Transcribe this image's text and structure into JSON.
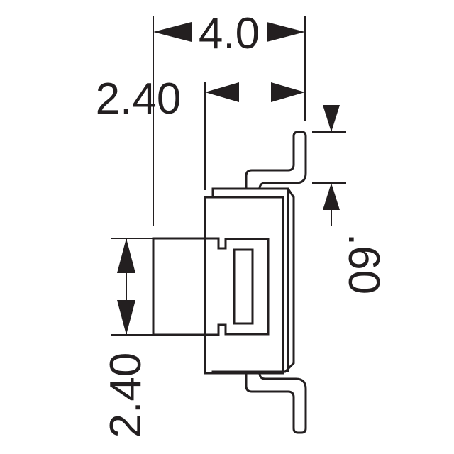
{
  "dimensions": {
    "top_width": "4.0",
    "upper_offset": "2.40",
    "lead_height": ".60",
    "knob_height": "2.40"
  },
  "colors": {
    "line": "#231f20",
    "background": "#ffffff"
  }
}
